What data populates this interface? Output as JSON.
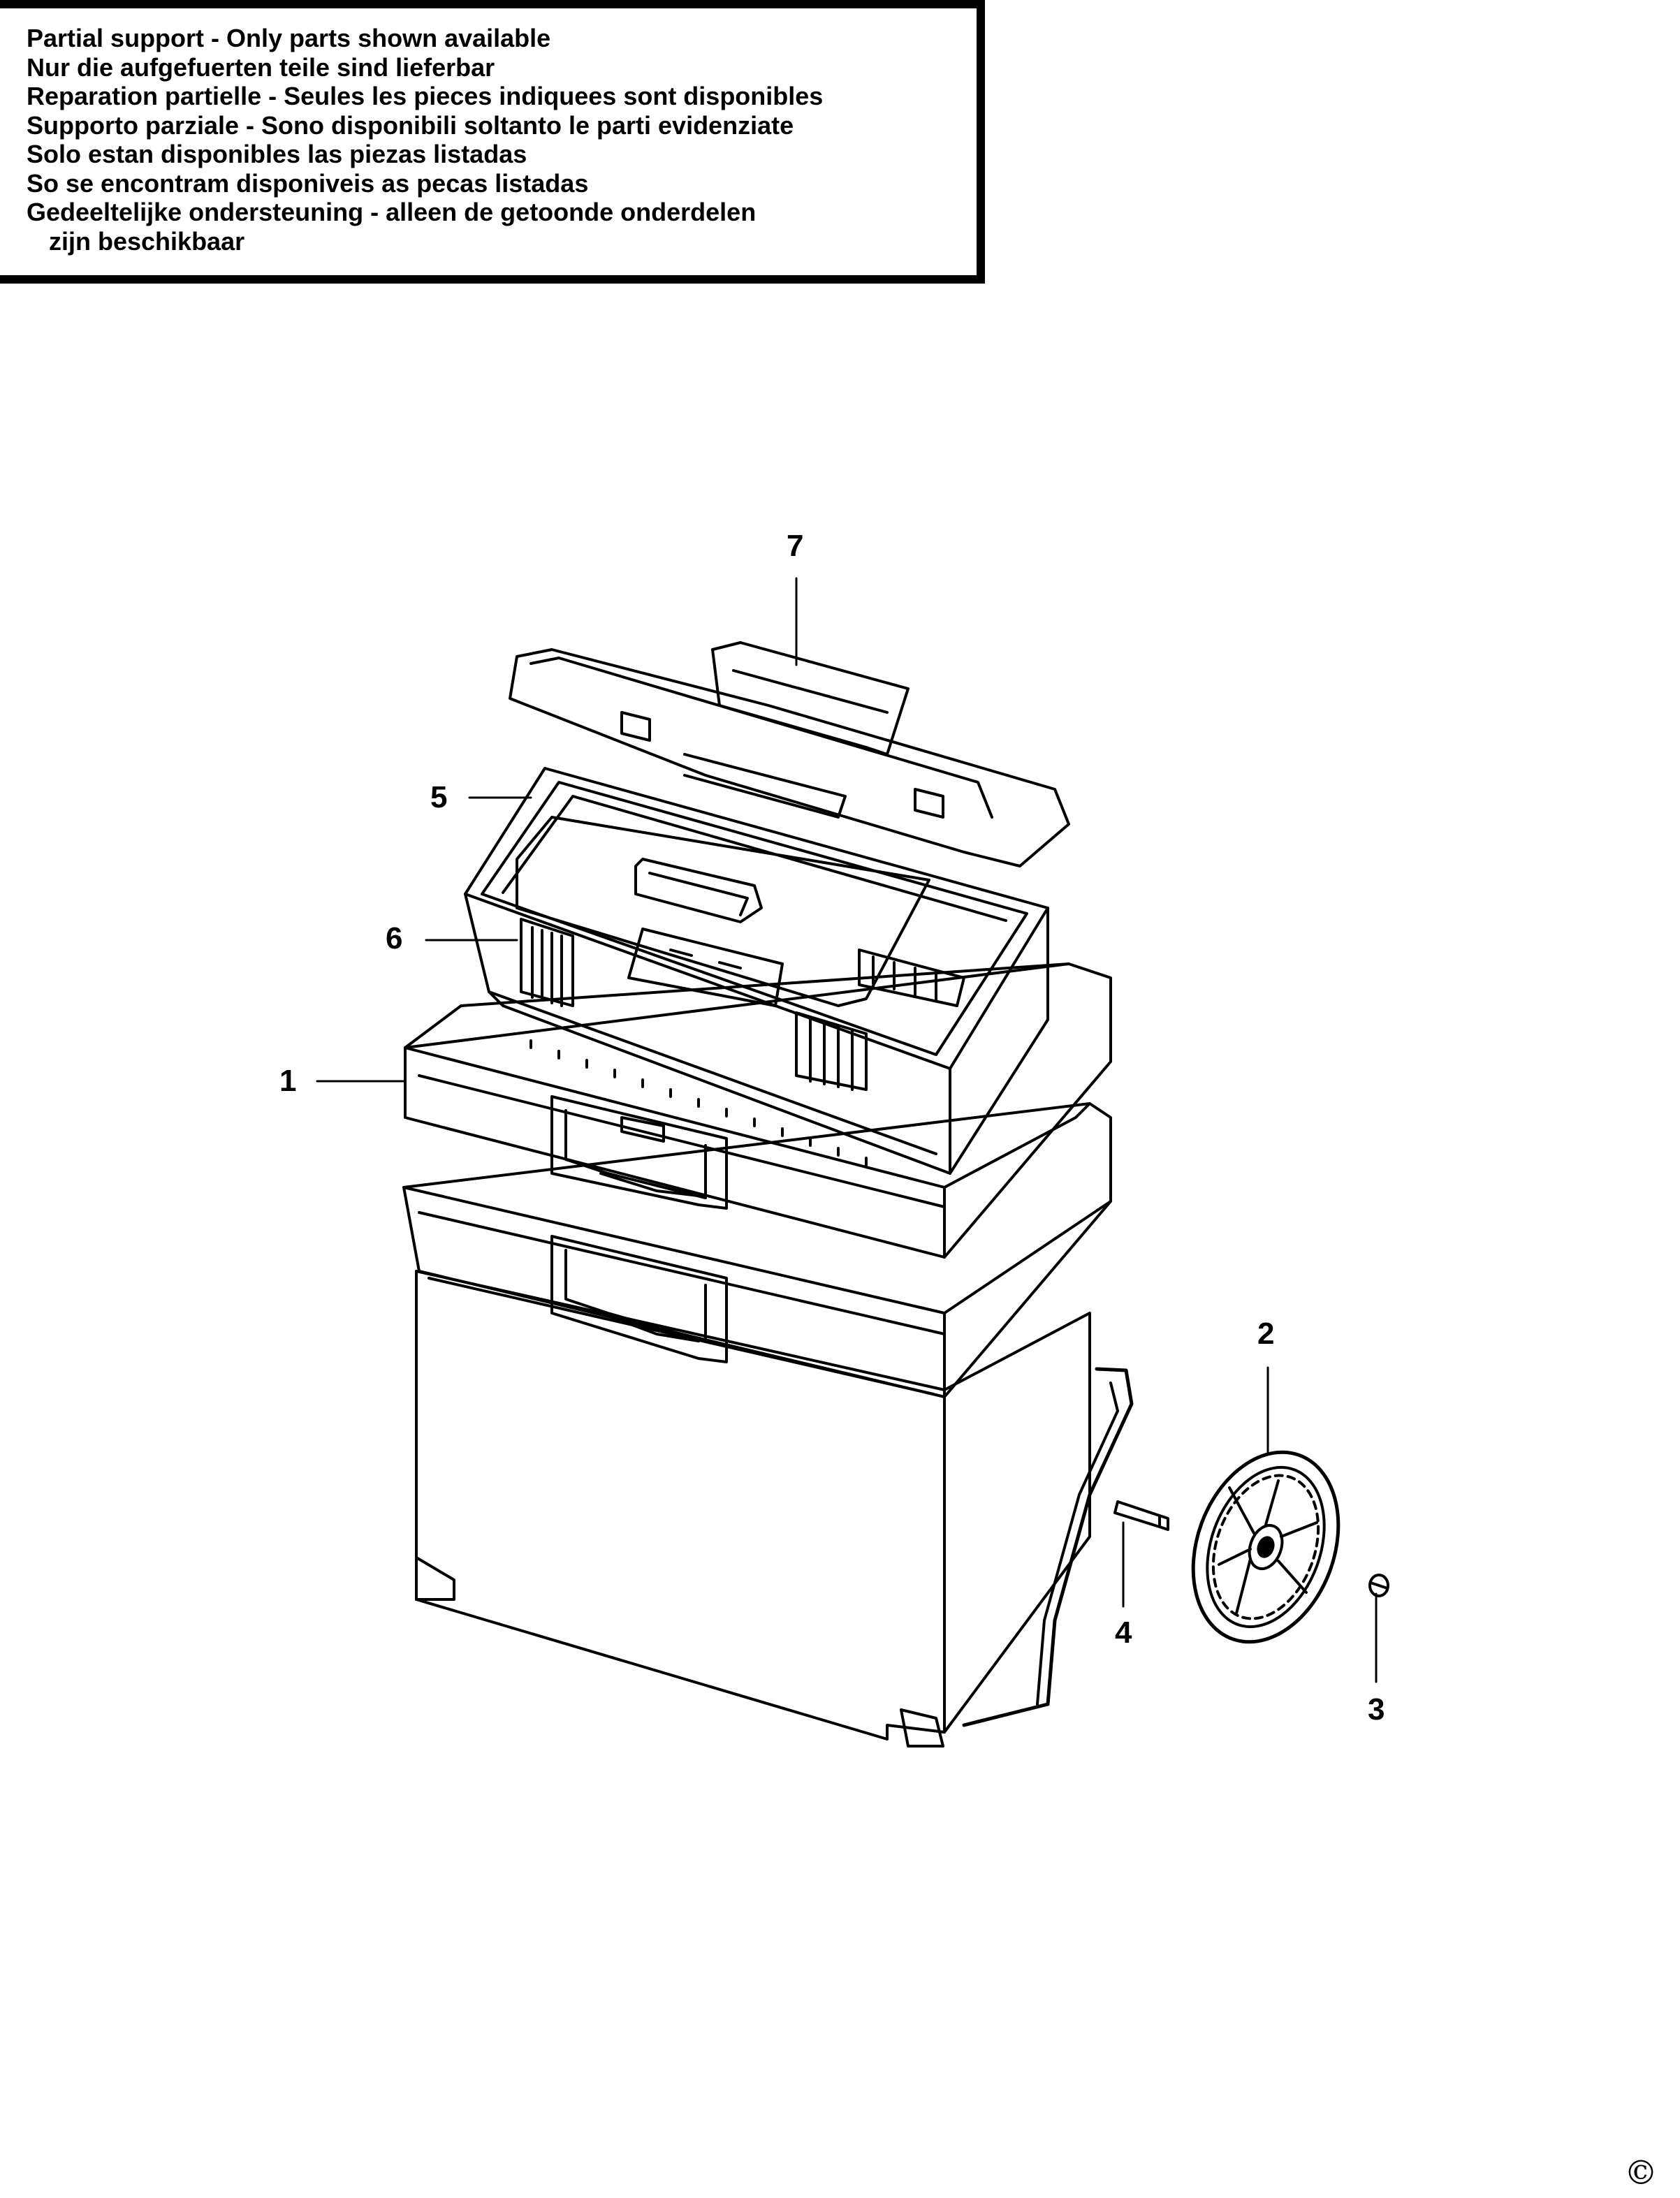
{
  "notice": {
    "lines": [
      "Partial support - Only parts shown available",
      "Nur die aufgefuerten teile sind lieferbar",
      "Reparation partielle - Seules les pieces indiquees sont disponibles",
      "Supporto parziale - Sono disponibili soltanto le parti evidenziate",
      "Solo estan disponibles las piezas listadas",
      "So se encontram disponiveis as pecas listadas",
      "Gedeeltelijke ondersteuning - alleen de getoonde onderdelen",
      "zijn beschikbaar"
    ]
  },
  "callouts": {
    "part_1": "1",
    "part_2": "2",
    "part_3": "3",
    "part_4": "4",
    "part_5": "5",
    "part_6": "6",
    "part_7": "7"
  },
  "copyright_symbol": "©",
  "colors": {
    "line": "#000000",
    "background": "#ffffff"
  }
}
